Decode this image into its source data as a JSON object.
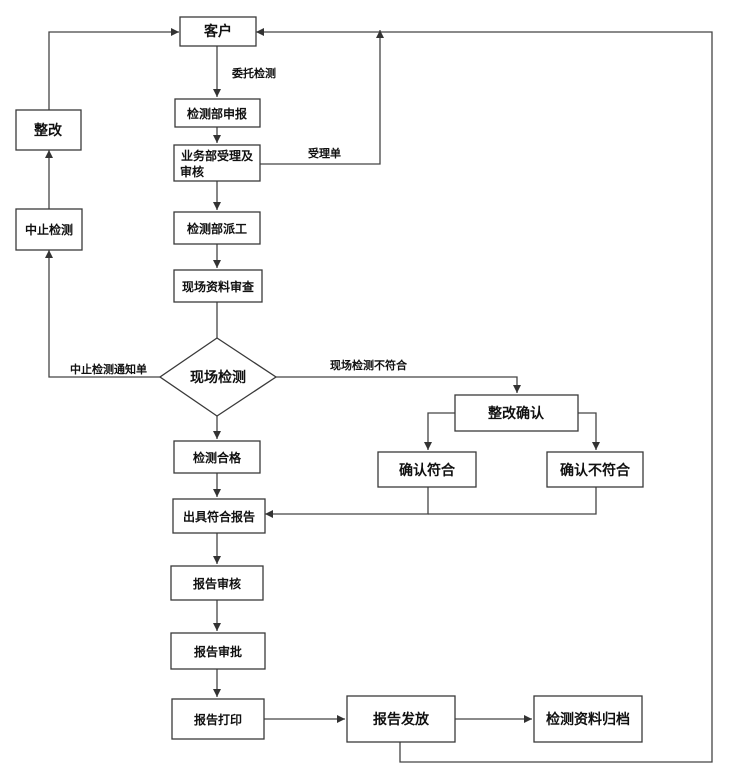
{
  "nodes": {
    "client": "客户",
    "declare": "检测部申报",
    "accept": "业务部受理及审核",
    "accept_l1": "业务部受理及",
    "accept_l2": "审核",
    "dispatch": "检测部派工",
    "review_docs": "现场资料审查",
    "onsite": "现场检测",
    "qualified": "检测合格",
    "issue_report": "出具符合报告",
    "report_review": "报告审核",
    "report_approve": "报告审批",
    "report_print": "报告打印",
    "report_release": "报告发放",
    "archive": "检测资料归档",
    "rectify_confirm": "整改确认",
    "confirm_ok": "确认符合",
    "confirm_fail": "确认不符合",
    "suspend": "中止检测",
    "rectify": "整改"
  },
  "edge_labels": {
    "entrust": "委托检测",
    "receipt": "受理单",
    "not_conform": "现场检测不符合",
    "suspend_notice": "中止检测通知单"
  }
}
